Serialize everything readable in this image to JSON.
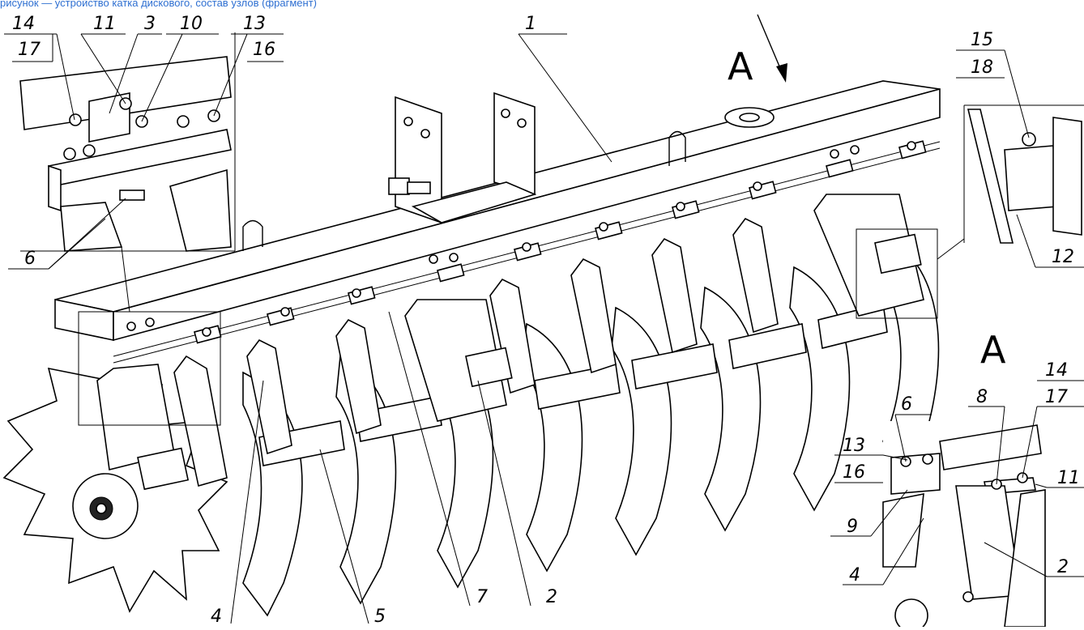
{
  "caption": "рисунок — устройство катка дискового, состав узлов (фрагмент)",
  "view_label": "A",
  "view_label_detail": "A",
  "callouts": {
    "n1": "1",
    "n2a": "2",
    "n2b": "2",
    "n3": "3",
    "n4a": "4",
    "n4b": "4",
    "n5": "5",
    "n6a": "6",
    "n6b": "6",
    "n7": "7",
    "n8": "8",
    "n9": "9",
    "n10": "10",
    "n11a": "11",
    "n11b": "11",
    "n12": "12",
    "n13a": "13",
    "n13b": "13",
    "n14a": "14",
    "n14b": "14",
    "n15": "15",
    "n16a": "16",
    "n16b": "16",
    "n17a": "17",
    "n17b": "17",
    "n18": "18"
  }
}
